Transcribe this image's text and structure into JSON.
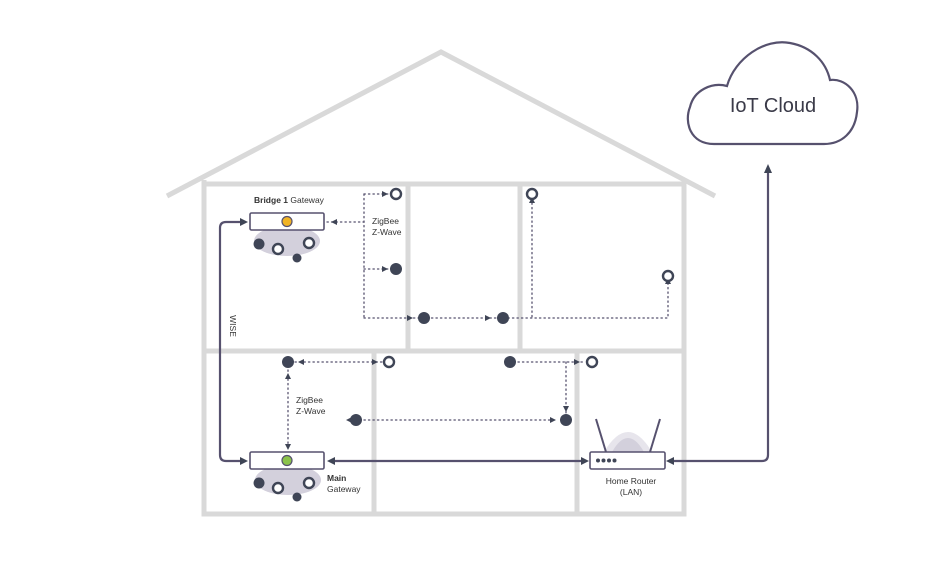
{
  "diagram": {
    "cloud_label": "IoT Cloud",
    "bridge_gateway": {
      "bold": "Bridge 1",
      "rest": " Gateway",
      "led_color": "#f0b323"
    },
    "main_gateway": {
      "line1": "Main",
      "line2": "Gateway",
      "led_color": "#8bc34a"
    },
    "protocol_upper": {
      "line1": "ZigBee",
      "line2": "Z-Wave"
    },
    "protocol_lower": {
      "line1": "ZigBee",
      "line2": "Z-Wave"
    },
    "wired_label": "WISE",
    "router": {
      "line1": "Home Router",
      "line2": "(LAN)"
    },
    "colors": {
      "wall": "#d9d9d9",
      "link": "#56516e",
      "node": "#3f4556",
      "halo": "#d3d0dc"
    }
  }
}
